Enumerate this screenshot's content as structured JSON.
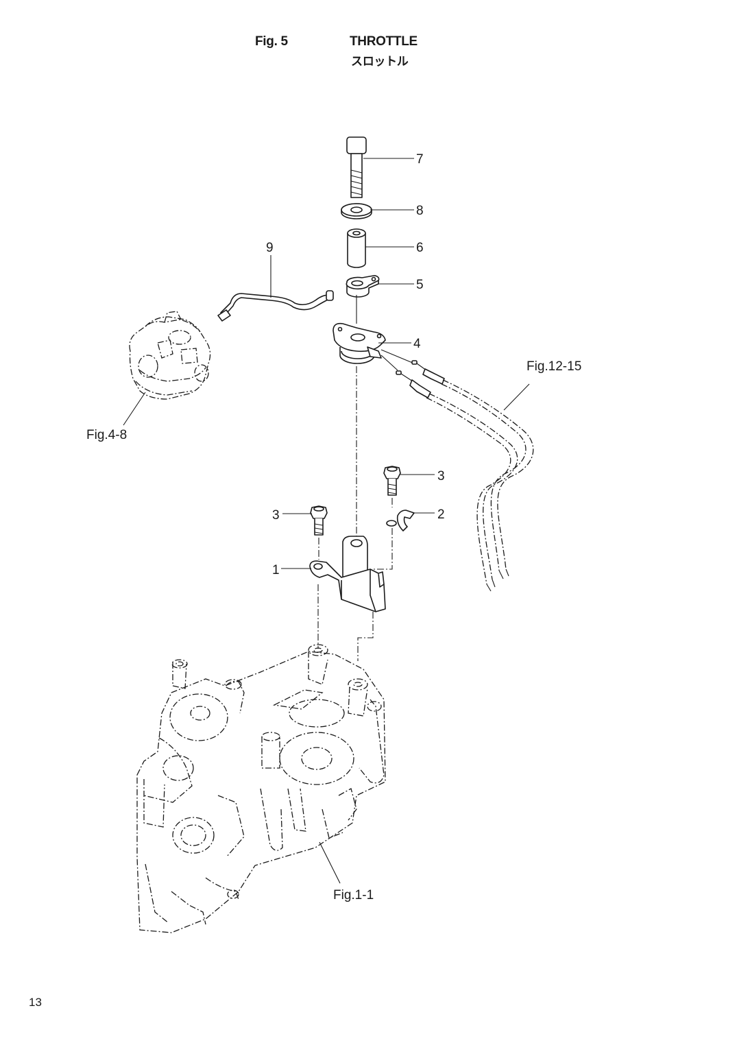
{
  "header": {
    "figure_number": "Fig. 5",
    "title": "THROTTLE",
    "title_jp": "スロットル"
  },
  "callouts": {
    "p1": "1",
    "p2": "2",
    "p3a": "3",
    "p3b": "3",
    "p4": "4",
    "p5": "5",
    "p6": "6",
    "p7": "7",
    "p8": "8",
    "p9": "9"
  },
  "references": {
    "carburetor": "Fig.4-8",
    "cables": "Fig.12-15",
    "cylinder_block": "Fig.1-1"
  },
  "footer": {
    "page_number": "13"
  }
}
